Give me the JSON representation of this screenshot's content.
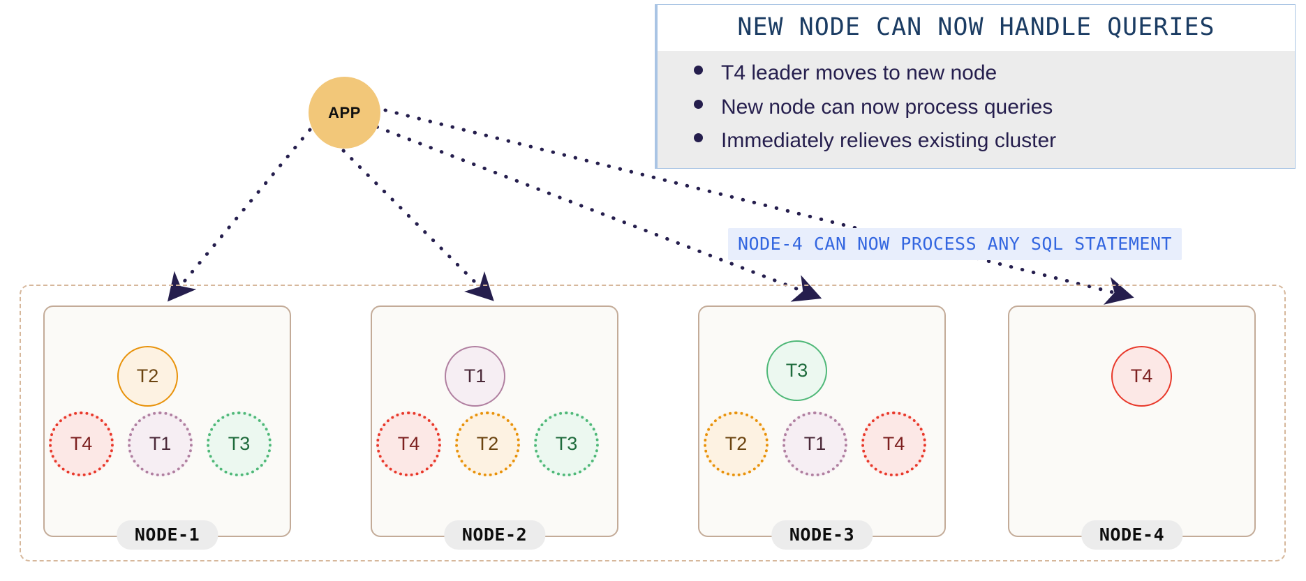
{
  "diagram": {
    "title": "New node can now handle queries"
  },
  "app": {
    "label": "APP",
    "color": "#f2c779"
  },
  "info_box": {
    "title": "NEW NODE CAN NOW HANDLE QUERIES",
    "accent_color": "#a9c4e4",
    "title_color": "#1b3c63",
    "body_bg": "#ececec",
    "bullets": [
      "T4 leader moves to new node",
      "New node can now process queries",
      "Immediately relieves existing cluster"
    ]
  },
  "callout": {
    "text": "NODE-4 CAN NOW PROCESS ANY SQL STATEMENT",
    "text_color": "#3366e0",
    "bg_color": "#e8eefc"
  },
  "cluster": {
    "border_color": "#d6b79b"
  },
  "tablet_colors": {
    "T1": {
      "fill": "#f6eef3",
      "stroke": "#b07fa0",
      "text": "#4a2838"
    },
    "T2": {
      "fill": "#fdf2e2",
      "stroke": "#e8920a",
      "text": "#6b4410"
    },
    "T3": {
      "fill": "#ecf8f0",
      "stroke": "#4fb878",
      "text": "#1e6b3c"
    },
    "T4": {
      "fill": "#fce8e6",
      "stroke": "#e8382a",
      "text": "#7d2020"
    }
  },
  "nodes": [
    {
      "label": "NODE-1",
      "leader": {
        "label": "T2",
        "color_key": "T2"
      },
      "replicas": [
        {
          "label": "T4",
          "color_key": "T4"
        },
        {
          "label": "T1",
          "color_key": "T1"
        },
        {
          "label": "T3",
          "color_key": "T3"
        }
      ]
    },
    {
      "label": "NODE-2",
      "leader": {
        "label": "T1",
        "color_key": "T1"
      },
      "replicas": [
        {
          "label": "T4",
          "color_key": "T4"
        },
        {
          "label": "T2",
          "color_key": "T2"
        },
        {
          "label": "T3",
          "color_key": "T3"
        }
      ]
    },
    {
      "label": "NODE-3",
      "leader": {
        "label": "T3",
        "color_key": "T3"
      },
      "replicas": [
        {
          "label": "T2",
          "color_key": "T2"
        },
        {
          "label": "T1",
          "color_key": "T1"
        },
        {
          "label": "T4",
          "color_key": "T4"
        }
      ]
    },
    {
      "label": "NODE-4",
      "leader": {
        "label": "T4",
        "color_key": "T4"
      },
      "replicas": []
    }
  ],
  "connections": {
    "stroke_color": "#251e4d",
    "style": "dotted",
    "from": "APP",
    "to": [
      "NODE-1",
      "NODE-2",
      "NODE-3",
      "NODE-4"
    ]
  }
}
